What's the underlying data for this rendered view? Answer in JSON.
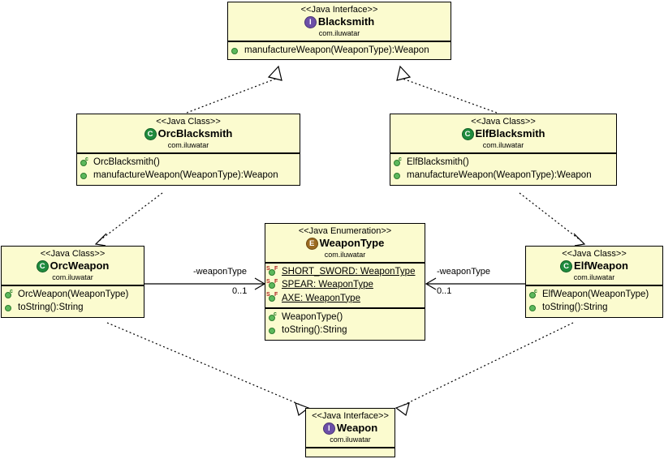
{
  "diagram": {
    "title": "UML Class Diagram",
    "colors": {
      "box_fill": "#fbfbcf",
      "box_border": "#000000",
      "interface_icon": "#6c4fa8",
      "class_icon": "#1f8b3d",
      "enum_icon": "#9b6a20",
      "member_dot": "#5cb85c",
      "background": "#ffffff"
    }
  },
  "nodes": {
    "blacksmith": {
      "stereotype": "<<Java Interface>>",
      "name": "Blacksmith",
      "package": "com.iluwatar",
      "icon": "interface-icon",
      "icon_letter": "I",
      "members": [
        {
          "name": "manufactureWeapon(WeaponType):Weapon",
          "kind": "method",
          "static": false
        }
      ]
    },
    "orcblacksmith": {
      "stereotype": "<<Java Class>>",
      "name": "OrcBlacksmith",
      "package": "com.iluwatar",
      "icon": "class-icon",
      "icon_letter": "C",
      "members": [
        {
          "name": "OrcBlacksmith()",
          "kind": "constructor",
          "static": false
        },
        {
          "name": "manufactureWeapon(WeaponType):Weapon",
          "kind": "method",
          "static": false
        }
      ]
    },
    "elfblacksmith": {
      "stereotype": "<<Java Class>>",
      "name": "ElfBlacksmith",
      "package": "com.iluwatar",
      "icon": "class-icon",
      "icon_letter": "C",
      "members": [
        {
          "name": "ElfBlacksmith()",
          "kind": "constructor",
          "static": false
        },
        {
          "name": "manufactureWeapon(WeaponType):Weapon",
          "kind": "method",
          "static": false
        }
      ]
    },
    "orcweapon": {
      "stereotype": "<<Java Class>>",
      "name": "OrcWeapon",
      "package": "com.iluwatar",
      "icon": "class-icon",
      "icon_letter": "C",
      "members": [
        {
          "name": "OrcWeapon(WeaponType)",
          "kind": "constructor",
          "static": false
        },
        {
          "name": "toString():String",
          "kind": "method",
          "static": false
        }
      ]
    },
    "elfweapon": {
      "stereotype": "<<Java Class>>",
      "name": "ElfWeapon",
      "package": "com.iluwatar",
      "icon": "class-icon",
      "icon_letter": "C",
      "members": [
        {
          "name": "ElfWeapon(WeaponType)",
          "kind": "constructor",
          "static": false
        },
        {
          "name": "toString():String",
          "kind": "method",
          "static": false
        }
      ]
    },
    "weapontype": {
      "stereotype": "<<Java Enumeration>>",
      "name": "WeaponType",
      "package": "com.iluwatar",
      "icon": "enum-icon",
      "icon_letter": "E",
      "fields": [
        {
          "name": "SHORT_SWORD: WeaponType",
          "kind": "static-field",
          "static": true
        },
        {
          "name": "SPEAR: WeaponType",
          "kind": "static-field",
          "static": true
        },
        {
          "name": "AXE: WeaponType",
          "kind": "static-field",
          "static": true
        }
      ],
      "members": [
        {
          "name": "WeaponType()",
          "kind": "constructor",
          "static": false
        },
        {
          "name": "toString():String",
          "kind": "method",
          "static": false
        }
      ]
    },
    "weapon": {
      "stereotype": "<<Java Interface>>",
      "name": "Weapon",
      "package": "com.iluwatar",
      "icon": "interface-icon",
      "icon_letter": "I",
      "members": []
    }
  },
  "associations": {
    "orc_to_weapontype": {
      "role": "-weaponType",
      "multiplicity": "0..1"
    },
    "elf_to_weapontype": {
      "role": "-weaponType",
      "multiplicity": "0..1"
    }
  }
}
